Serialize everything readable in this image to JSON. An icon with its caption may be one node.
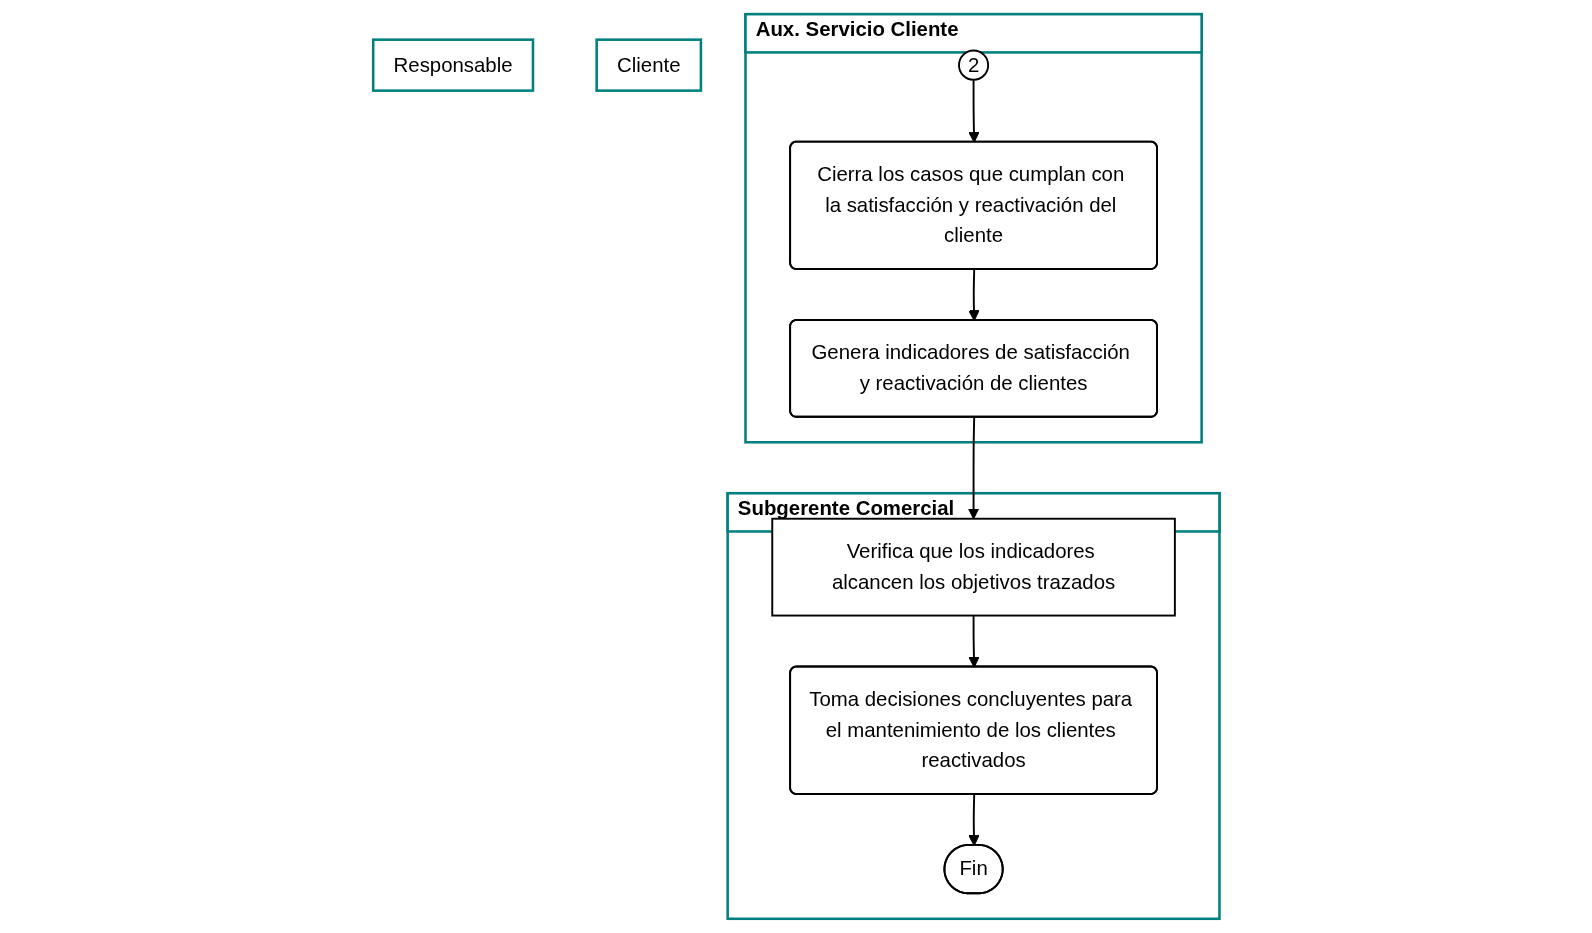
{
  "diagram": {
    "nodes": [
      {
        "text": [
          "Aux. Servicio Cliente"
        ]
      },
      {
        "text": [
          "Cliente"
        ]
      },
      {
        "text": [
          "Subgerente Comercial"
        ]
      },
      {
        "text": [
          "Responsable"
        ]
      },
      {
        "text": [
          "2"
        ],
        "in": 0
      },
      {
        "text": [
          "Cierra los casos que cumplan con la satisfacción y reactivación del cliente"
        ],
        "in": 0
      },
      {
        "text": [
          "Genera indicadores de satisfacción y reactivación de clientes"
        ],
        "in": 0
      },
      {
        "text": [
          "Verifica que los indicadores alcancen los objetivos trazados"
        ],
        "in": 2
      },
      {
        "text": [
          "Toma decisiones concluyentes para el mantenimiento de los clientes reactivados"
        ],
        "in": 2
      },
      {
        "text": [
          "Fin"
        ],
        "in": 2
      }
    ],
    "edges": [
      {
        "from": 4,
        "to": 5,
        "arrow": "to"
      },
      {
        "from": 5,
        "to": 6,
        "arrow": "to"
      },
      {
        "from": 6,
        "to": 7,
        "arrow": "to"
      },
      {
        "from": 7,
        "to": 8,
        "arrow": "to"
      },
      {
        "from": 8,
        "to": 9,
        "arrow": "to"
      }
    ]
  }
}
